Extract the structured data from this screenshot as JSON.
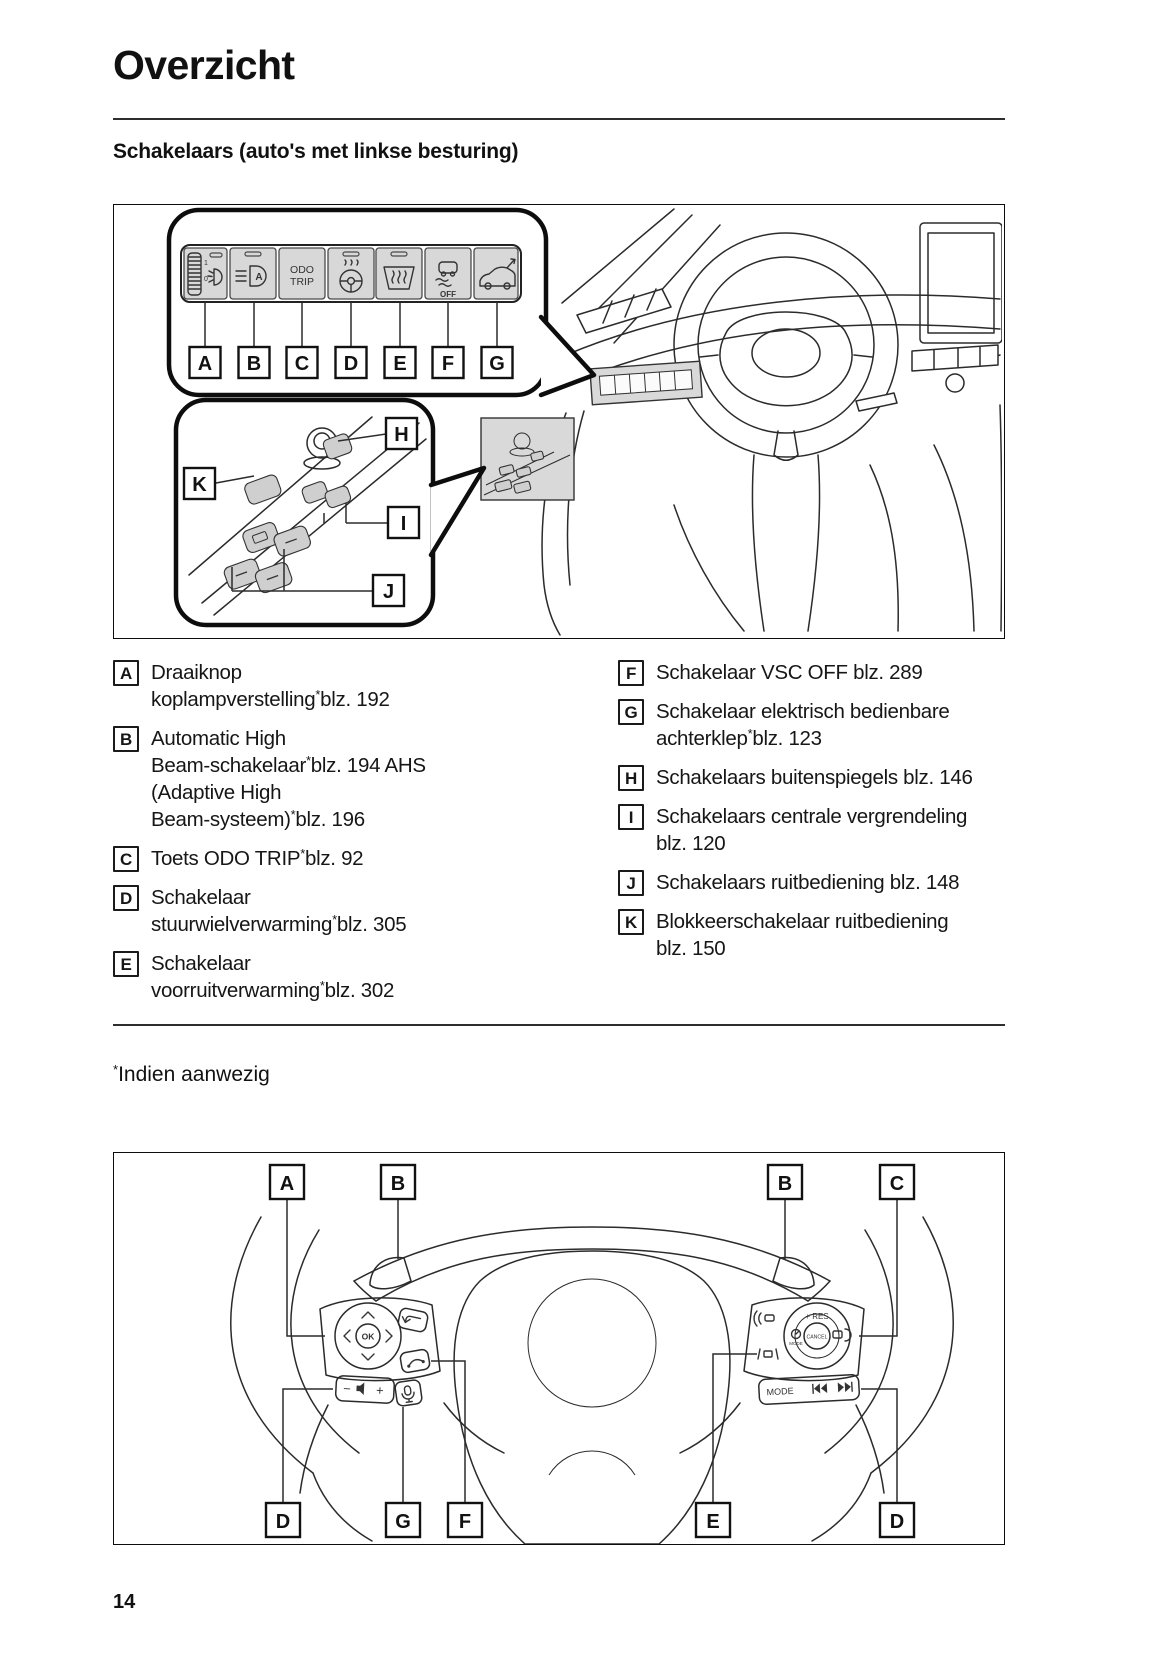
{
  "page": {
    "title": "Overzicht",
    "subtitle": "Schakelaars (auto's met linkse besturing)",
    "footnote": "*Indien aanwezig",
    "page_number": "14"
  },
  "figure1": {
    "description": "dashboard-switch-locations-diagram",
    "switch_callouts": [
      "A",
      "B",
      "C",
      "D",
      "E",
      "F",
      "G"
    ],
    "door_callouts": [
      "H",
      "I",
      "J",
      "K"
    ],
    "switch_texts": {
      "dial1": "1",
      "dial0": "0",
      "auto_a": "A",
      "odo1": "ODO",
      "odo2": "TRIP",
      "off": "OFF"
    }
  },
  "figure2": {
    "description": "steering-wheel-switch-locations-diagram",
    "top_callouts": [
      "A",
      "B",
      "B",
      "C"
    ],
    "bottom_callouts": [
      "D",
      "G",
      "F",
      "E",
      "D"
    ],
    "texts": {
      "ok": "OK",
      "res": "+ RES",
      "cancel": "CANCEL",
      "minus": "−",
      "mode_dial": "MODE",
      "mode_bar": "MODE",
      "vol_minus": "−",
      "vol_plus": "+"
    }
  },
  "legend": {
    "left": [
      {
        "letter": "A",
        "lines": [
          "Draaiknop",
          "koplampverstelling*blz. 192"
        ]
      },
      {
        "letter": "B",
        "lines": [
          "Automatic High",
          "Beam-schakelaar*blz. 194 AHS",
          "(Adaptive High",
          "Beam-systeem)*blz. 196"
        ]
      },
      {
        "letter": "C",
        "lines": [
          "Toets ODO TRIP*blz. 92"
        ]
      },
      {
        "letter": "D",
        "lines": [
          "Schakelaar",
          "stuurwielverwarming*blz. 305"
        ]
      },
      {
        "letter": "E",
        "lines": [
          "Schakelaar",
          "voorruitverwarming*blz. 302"
        ]
      }
    ],
    "right": [
      {
        "letter": "F",
        "lines": [
          "Schakelaar VSC OFF blz. 289"
        ]
      },
      {
        "letter": "G",
        "lines": [
          "Schakelaar elektrisch bedienbare",
          "achterklep*blz. 123"
        ]
      },
      {
        "letter": "H",
        "lines": [
          "Schakelaars buitenspiegels blz. 146"
        ]
      },
      {
        "letter": "I",
        "lines": [
          "Schakelaars centrale vergrendeling",
          "blz. 120"
        ]
      },
      {
        "letter": "J",
        "lines": [
          "Schakelaars ruitbediening blz. 148"
        ]
      },
      {
        "letter": "K",
        "lines": [
          "Blokkeerschakelaar ruitbediening",
          "blz. 150"
        ]
      }
    ]
  }
}
